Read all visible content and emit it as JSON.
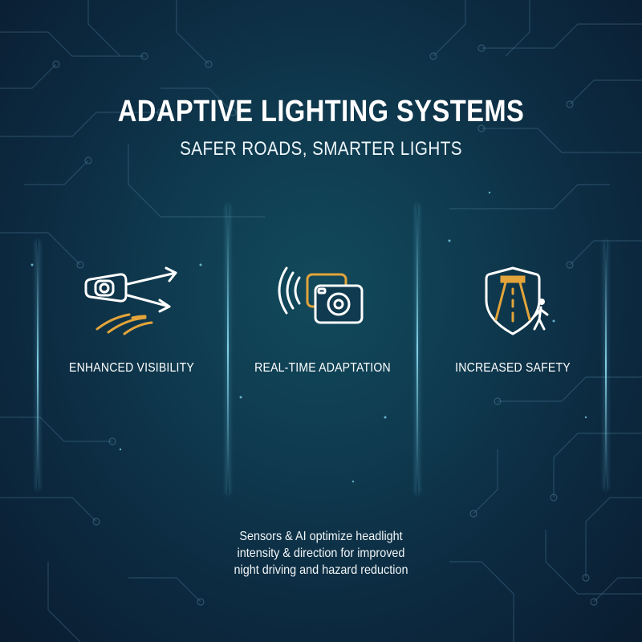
{
  "header": {
    "title": "ADAPTIVE LIGHTING SYSTEMS",
    "subtitle": "SAFER ROADS, SMARTER LIGHTS"
  },
  "features": [
    {
      "label": "ENHANCED VISIBILITY",
      "icon": "headlight-road-icon"
    },
    {
      "label": "REAL-TIME ADAPTATION",
      "icon": "camera-sensor-icon"
    },
    {
      "label": "INCREASED SAFETY",
      "icon": "shield-pedestrian-icon"
    }
  ],
  "description": {
    "line1": "Sensors & AI optimize headlight",
    "line2": "intensity & direction for improved",
    "line3": "night driving and hazard reduction"
  },
  "colors": {
    "background": "#0f3a4f",
    "accent": "#e3a43a",
    "text": "#ffffff",
    "glow": "#8fe6ff"
  }
}
